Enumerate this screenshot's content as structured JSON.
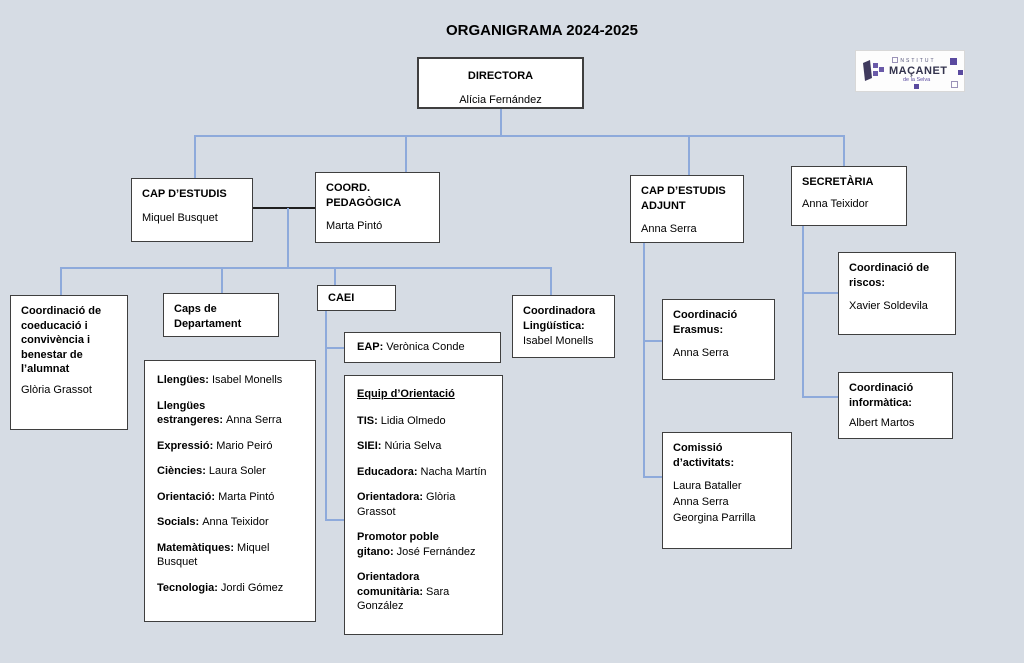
{
  "title": "ORGANIGRAMA 2024-2025",
  "logo": {
    "line1": "INSTITUT",
    "line2": "MAÇANET",
    "line3": "de la Selva"
  },
  "nodes": {
    "directora": {
      "title": "DIRECTORA",
      "name": "Alícia Fernández"
    },
    "cap_estudis": {
      "title": "CAP D’ESTUDIS",
      "name": "Miquel Busquet"
    },
    "coord_pedagogica": {
      "title": "COORD. PEDAGÒGICA",
      "name": "Marta Pintó"
    },
    "cap_estudis_adjunt": {
      "title": "CAP D’ESTUDIS ADJUNT",
      "name": "Anna Serra"
    },
    "secretaria": {
      "title": "SECRETÀRIA",
      "name": "Anna Teixidor"
    },
    "coeducacio": {
      "title": "Coordinació de coeducació i convivència i benestar de l’alumnat",
      "name": "Glòria Grassot"
    },
    "caps_departament": {
      "title": "Caps de Departament"
    },
    "caei": {
      "title": "CAEI"
    },
    "eap": {
      "label": "EAP:",
      "name": "Verònica Conde"
    },
    "linguistica": {
      "title": "Coordinadora Lingüística:",
      "name": "Isabel Monells"
    },
    "erasmus": {
      "title": "Coordinació Erasmus:",
      "name": "Anna Serra"
    },
    "comissio": {
      "title": "Comissió d’activitats:",
      "names": [
        "Laura Bataller",
        "Anna Serra",
        "Georgina Parrilla"
      ]
    },
    "riscos": {
      "title": "Coordinació de riscos:",
      "name": "Xavier Soldevila"
    },
    "informatica": {
      "title": "Coordinació informàtica:",
      "name": "Albert Martos"
    }
  },
  "departments": [
    {
      "label": "Llengües:",
      "name": "Isabel Monells"
    },
    {
      "label": "Llengües estrangeres:",
      "name": "Anna Serra"
    },
    {
      "label": "Expressió:",
      "name": "Mario Peiró"
    },
    {
      "label": "Ciències:",
      "name": "Laura Soler"
    },
    {
      "label": "Orientació:",
      "name": "Marta Pintó"
    },
    {
      "label": "Socials:",
      "name": "Anna Teixidor"
    },
    {
      "label": "Matemàtiques:",
      "name": "Miquel Busquet"
    },
    {
      "label": "Tecnologia:",
      "name": "Jordi Gómez"
    }
  ],
  "equip_orientacio": {
    "header": "Equip d’Orientació",
    "members": [
      {
        "label": "TIS:",
        "name": "Lidia Olmedo"
      },
      {
        "label": "SIEI:",
        "name": "Núria Selva"
      },
      {
        "label": "Educadora:",
        "name": "Nacha Martín"
      },
      {
        "label": "Orientadora:",
        "name": "Glòria Grassot"
      },
      {
        "label": "Promotor poble gitano:",
        "name": "José Fernández"
      },
      {
        "label": "Orientadora comunitària:",
        "name": "Sara González"
      }
    ]
  },
  "colors": {
    "background": "#d6dce4",
    "connector": "#8eaadb",
    "box_border": "#3f3f3f",
    "logo_purple": "#5a4a9f"
  }
}
